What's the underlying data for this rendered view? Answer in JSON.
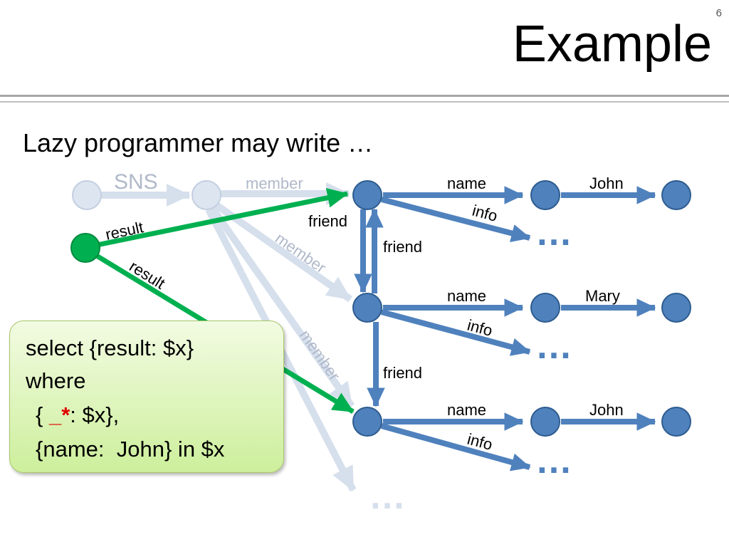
{
  "slide": {
    "page_number": "6",
    "title": "Example",
    "subtitle": "Lazy programmer may write …"
  },
  "diagram": {
    "labels": {
      "sns": "SNS",
      "member": "member",
      "friend": "friend",
      "name": "name",
      "info": "info",
      "result": "result",
      "ellipsis": "…"
    },
    "people": [
      "John",
      "Mary",
      "John"
    ]
  },
  "query": {
    "line1": "select {result: $x}",
    "line2": "where",
    "line3_open": "{ ",
    "line3_wildcard_underscore": "_",
    "line3_wildcard_star": "*",
    "line3_rest": ": $x},",
    "line4": "{name:  John} in $x"
  },
  "colors": {
    "blue": "#4f81bd",
    "green": "#00b050",
    "light_gray": "#d6dfec",
    "wildcard_red": "#e00000"
  }
}
